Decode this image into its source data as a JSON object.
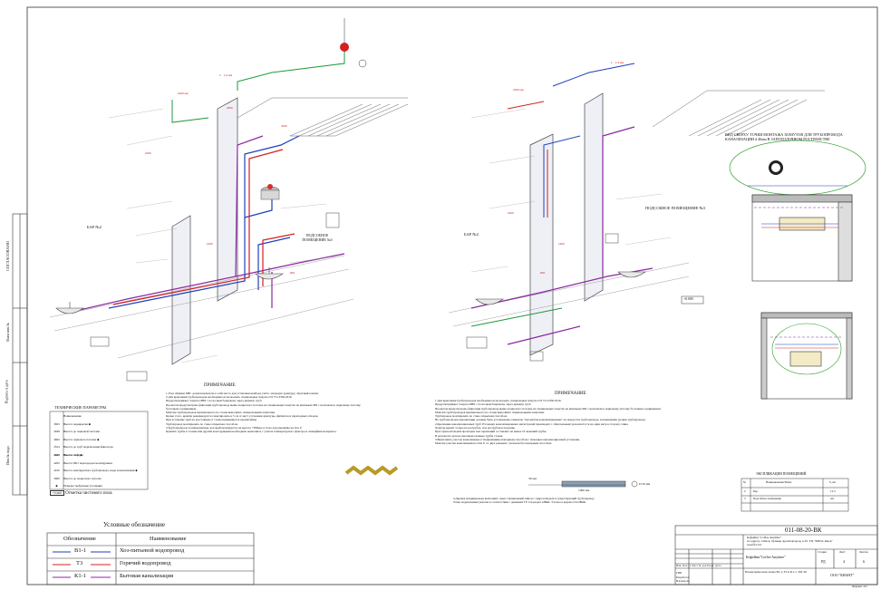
{
  "left_sheet": {
    "bar_label": "БАР №2",
    "room_label": "ПОДСОБНОЕ ПОМЕЩЕНИЕ №3",
    "note_title": "ПРИМЕЧАНИЕ",
    "notes": [
      "1.Узел обвязки ХВС должен включать в себя место для установки прибора учёта, запорную арматуру, обратный клапан.",
      "2.Для крепления трубопроводов необходимо использовать специальные хомуты СП 73.13330.2016.",
      "Предусматривают хомуты ПВХ с полосным бандажом, через диаметр труб.",
      "Проектом предусмотрена фиксация трубопровода выше подвесного потолка на специальных хомутах на шпильках М6 с монтажом в черновому потолку болтовым соединением.",
      "Монтаж трубопроводов вертикального по стены выполнить специальными хомутами.",
      "Кроме этого, крепёж рекомендуется смонтировать в 5 см от мест установки арматуры, фитингов и переходных отводов.",
      "При установке труб на расстоянии от стены применяются кронштейны",
      "Трубопровод монтировать по стене открытым способом.",
      "3.Трубопровод из полипропилена, который монтируется на высоте +300мм от пола для раковины на Ось U",
      "Крепить трубы к стенам или другим конструкциям необходимо выполнить с учетом температурного фактора и специфики материала."
    ]
  },
  "right_sheet": {
    "bar_label": "БАР №2",
    "room_label": "ПОДСОБНОЕ ПОМЕЩЕНИЕ №3",
    "view_title": "ВИД СВЕРХУ. ТОЧКИ МОНТАЖА ХОМУТОВ ДЛЯ ТРУБОПРОВОДА КАНАЛИЗАЦИИ d 40мм В ЗАПОТОЛОЧНОМ РОСТРАНСТВЕ",
    "level_mark": "+0.000",
    "note_title": "ПРИМЕЧАНИЕ",
    "notes": [
      "1.Для крепления трубопроводов необходимо использовать специальные хомуты СП 73.13330.2016.",
      "Предусматривают хомуты ПВХ с полосным бандажом, через диаметр труб.",
      "Проектом предусмотрена фиксация трубопровода выше подвесного потолка на специальных хомутах на шпильках М6 с монтажом в черновому потолку болтовым соединением.",
      "Монтаж трубопроводов вертикального по стены выполнить специальными хомутами.",
      "Трубопровод монтировать по стене открытым способом.",
      "На трубопроводах канализации должны быть установлены элементы \"прочистки канализационные\" на поворотах трубопровода, и изменениях уровня трубопровода.",
      "2.Крепление канализационных труб Установку канализационных магистралей производят с обязательным уклоном 0,2 м на один метр в сторону слива.",
      "Хомуты крепят только на раструбах, под раструбом в подошве.",
      "При горизонтальной прокладке шаг креплений составляет не менее 10 значений трубы.",
      "В результате уклона противоположные трубы стоков.",
      "3.Выполнить участок канализации от Кофемашины напорным способом с помощью канализационной установки.",
      "Монтаж участка канализации на Оси U от двух раковин с уклоном без напорным способом.",
      "4.Дренаж кондиционера выполнить через специальный сифон с гидрозатвором в существующий трубопровод;",
      "Точка подключения указана в соответствии с данными ТУ. См.раздел ОВиК. Учтено в ведомости ОВиК."
    ],
    "scale_bar": {
      "left": "30 мм",
      "right": "1000 мм",
      "end": "D 50 мм"
    }
  },
  "tech_params": {
    "title": "ТЕХНИЧЕСКИЕ ПАРАМЕТРЫ",
    "header": [
      "",
      "Наименование"
    ],
    "rows": [
      [
        "3693",
        "Высота перекрытия ◆"
      ],
      [
        "4048",
        "Высота до черновой системы"
      ],
      [
        "4600",
        "Высота чернового потолка ◆"
      ],
      [
        "4524",
        "Высота до труб подключения фиксатора"
      ],
      [
        "4566",
        "Высота от фурн."
      ],
      [
        "4445",
        "Высота плит ◆"
      ],
      [
        "4200",
        "Высота ПК1 перегородок монтируемых"
      ],
      [
        "4100",
        "Высота монтируемого трубопровода. воды и канализации ◆"
      ],
      [
        "3900",
        "Высота до подвесного потолка"
      ],
      [
        "◆",
        "Размеры требующие уточнения"
      ]
    ],
    "zero_mark": "+0.000",
    "zero_label": "Отметка чистового пола"
  },
  "legend": {
    "title": "Условные обозначение",
    "col1": "Обозначение",
    "col2": "Наименование",
    "rows": [
      {
        "code": "В1-1",
        "name": "Хоз-питьевой водопровод",
        "color": "#1f3fbf"
      },
      {
        "code": "Т3",
        "name": "Горячий водопровод",
        "color": "#d42020"
      },
      {
        "code": "К1-1",
        "name": "Бытовая канализация",
        "color": "#8a2aa0"
      }
    ]
  },
  "rooms_table": {
    "title": "ЭКСПЛИКАЦИЯ ПОМЕЩЕНИЙ",
    "header": [
      "№",
      "Наименование/Name",
      "S, м2"
    ],
    "rows": [
      [
        "2",
        "Бар",
        "12,3"
      ],
      [
        "3",
        "Подсобное помещение",
        "4,6"
      ]
    ]
  },
  "side_stamp": [
    "СОГЛАСОВАНО",
    "Взам инв.№",
    "Подпись и дата",
    "Инв.№ подл"
  ],
  "title_block": {
    "code": "011-08-20-ВК",
    "object": "Кофейня \"Coffee Anytime\"",
    "address": "по адресу: г.Омск, бульвар Архитекторов, к.35, ТЦ \"МЕГА-Омск\"",
    "address2": "пом.№1112",
    "org_short": "Кофейня\"Coffee Anytime\"",
    "sheet_title": "Изометрическая схема В1-1,Т3 и К1-1. М1:50",
    "company": "ООО \"КВАНТ\"",
    "stage_labels": [
      "Стадия",
      "Лист",
      "Листов"
    ],
    "stage_values": [
      "РД",
      "4",
      "6"
    ],
    "rows": [
      "Изм.",
      "Кол.уч",
      "Лист",
      "№ док",
      "Подп.",
      "Дата"
    ],
    "people": [
      "ГИП",
      "Разработал",
      "Н.контроль"
    ],
    "format": "Формат A3"
  },
  "colors": {
    "cold": "#1f3fbf",
    "hot": "#d42020",
    "sewer": "#8a2aa0",
    "green": "#1e9a3c",
    "callout": "#cc2222",
    "frame": "#333333"
  }
}
